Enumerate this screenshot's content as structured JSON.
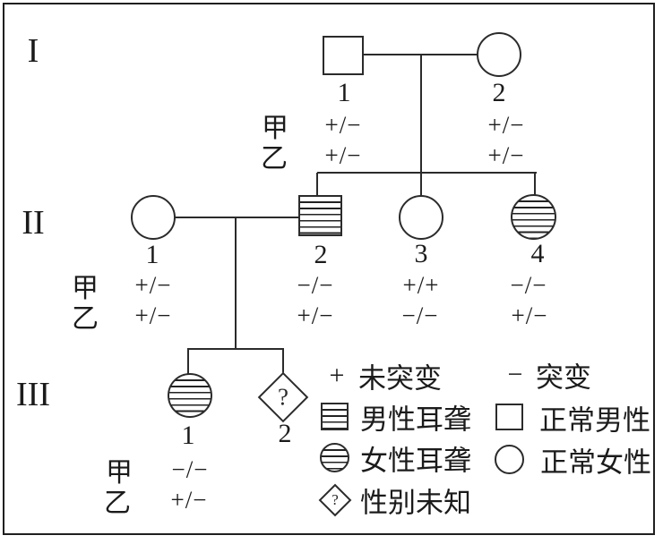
{
  "generations": [
    {
      "label": "I"
    },
    {
      "label": "II"
    },
    {
      "label": "III"
    }
  ],
  "genotype_rows": {
    "jia": "甲",
    "yi": "乙"
  },
  "individuals": {
    "I1": {
      "num": "1",
      "jia": "+/−",
      "yi": "+/−"
    },
    "I2": {
      "num": "2",
      "jia": "+/−",
      "yi": "+/−"
    },
    "II1": {
      "num": "1",
      "jia": "+/−",
      "yi": "+/−"
    },
    "II2": {
      "num": "2",
      "jia": "−/−",
      "yi": "+/−"
    },
    "II3": {
      "num": "3",
      "jia": "+/+",
      "yi": "−/−"
    },
    "II4": {
      "num": "4",
      "jia": "−/−",
      "yi": "+/−"
    },
    "III1": {
      "num": "1",
      "jia": "−/−",
      "yi": "+/−"
    },
    "III2": {
      "num": "2",
      "mark": "?"
    }
  },
  "legend": {
    "plus_symbol": "+",
    "plus_label": "未突变",
    "minus_symbol": "−",
    "minus_label": "突变",
    "deaf_male": "男性耳聋",
    "normal_male": "正常男性",
    "deaf_female": "女性耳聋",
    "normal_female": "正常女性",
    "unknown_sex": "性别未知",
    "unknown_mark": "?"
  },
  "colors": {
    "line": "#2b2b2b",
    "text": "#1b1b1b",
    "background": "#ffffff"
  }
}
